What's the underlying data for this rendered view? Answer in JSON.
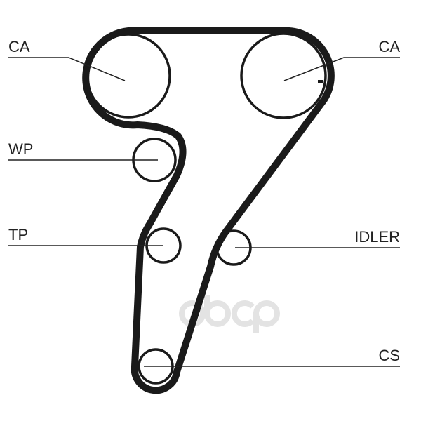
{
  "labels": {
    "ca_left": "CA",
    "ca_right": "CA",
    "wp": "WP",
    "tp": "TP",
    "idler": "IDLER",
    "cs": "CS"
  },
  "watermark": "obcp",
  "colors": {
    "belt": "#1a1a1a",
    "line": "#222222",
    "watermark": "#e3e3e3"
  }
}
